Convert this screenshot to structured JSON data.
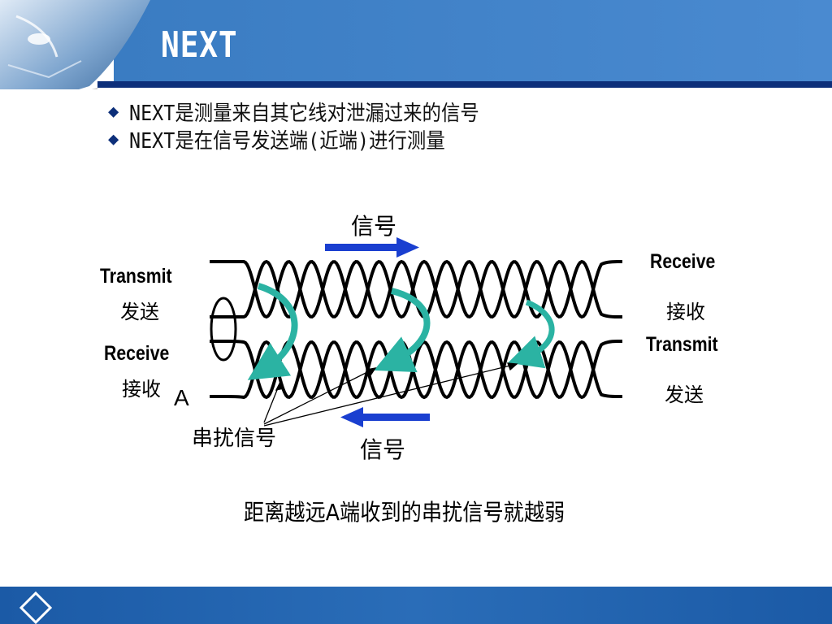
{
  "slide": {
    "title": "NEXT",
    "bullets": [
      "NEXT是测量来自其它线对泄漏过来的信号",
      "NEXT是在信号发送端(近端)进行测量"
    ],
    "bullet_glyph": "◆"
  },
  "diagram": {
    "signal_top": "信号",
    "signal_bottom": "信号",
    "left_transmit_en": "Transmit",
    "left_transmit_cn": "发送",
    "left_receive_en": "Receive",
    "left_receive_cn": "接收",
    "point_label": "A",
    "right_receive_en": "Receive",
    "right_receive_cn": "接收",
    "right_transmit_en": "Transmit",
    "right_transmit_cn": "发送",
    "crosstalk_label": "串扰信号",
    "caption": "距离越远A端收到的串扰信号就越弱"
  },
  "colors": {
    "header_blue": "#3d7fc4",
    "arrow_blue": "#1a3fd0",
    "crosstalk_teal": "#2bb3a3",
    "footer_blue": "#1b5aa6"
  }
}
